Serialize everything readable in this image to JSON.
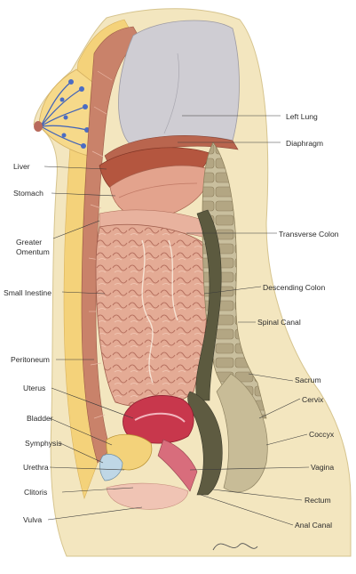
{
  "labels": {
    "left_lung": "Left Lung",
    "diaphragm": "Diaphragm",
    "liver": "Liver",
    "stomach": "Stomach",
    "greater_omentum_1": "Greater",
    "greater_omentum_2": "Omentum",
    "transverse_colon": "Transverse Colon",
    "small_intestine": "Small Inestine",
    "descending_colon": "Descending Colon",
    "spinal_canal": "Spinal Canal",
    "peritoneum": "Peritoneum",
    "sacrum": "Sacrum",
    "uterus": "Uterus",
    "cervix": "Cervix",
    "bladder": "Bladder",
    "coccyx": "Coccyx",
    "symphysis": "Symphysis",
    "vagina": "Vagina",
    "urethra": "Urethra",
    "clitoris": "Clitoris",
    "rectum": "Rectum",
    "vulva": "Vulva",
    "anal_canal": "Anal Canal"
  },
  "colors": {
    "skin": "#f3e6bf",
    "fat": "#f6dc8e",
    "lung": "#cdcbd0",
    "muscle": "#c9826a",
    "intestine": "#e2a48f",
    "intestine_shadow": "#b76f5f",
    "uterus": "#c8374c",
    "spine": "#b7ae8f",
    "colon": "#5c5a3f",
    "nipple_vessels": "#3f62b9"
  }
}
